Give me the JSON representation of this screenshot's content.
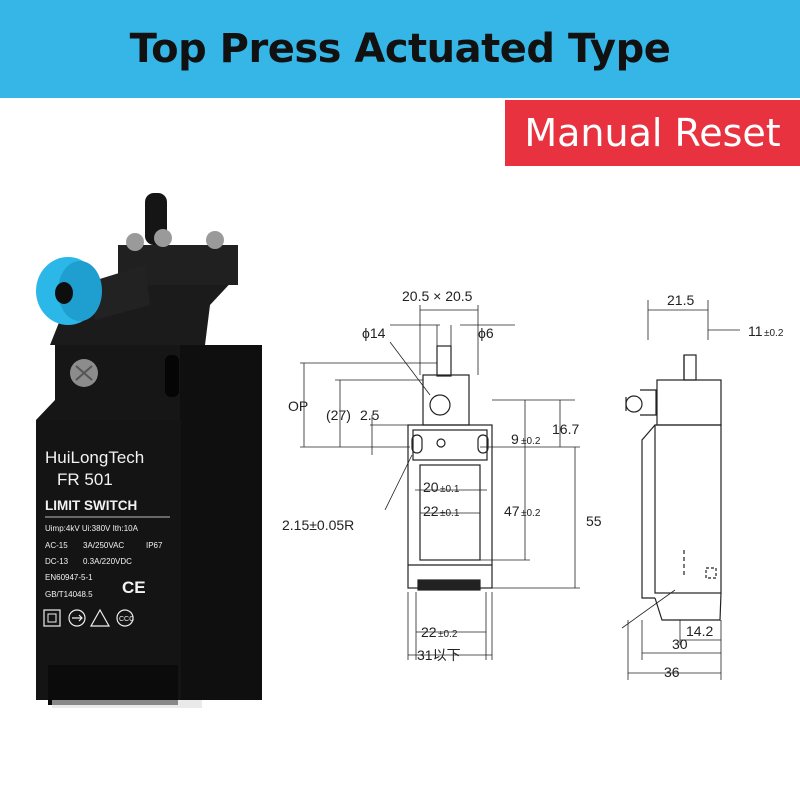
{
  "header": {
    "title": "Top Press Actuated Type"
  },
  "badge": {
    "label": "Manual Reset"
  },
  "product": {
    "brand": "HuiLongTech",
    "model": "FR 501",
    "type": "LIMIT SWITCH",
    "spec_line1": "Uimp:4kV  Ui:380V  Ith:10A",
    "spec_line2a": "AC-15",
    "spec_line2b": "3A/250VAC",
    "spec_line2c": "IP67",
    "spec_line3a": "DC-13",
    "spec_line3b": "0.3A/220VDC",
    "std1": "EN60947-5-1",
    "std2": "GB/T14048.5",
    "ce": "CE",
    "button_color": "#2bb7e8"
  },
  "front_dims": {
    "top_width": "20.5 × 20.5",
    "dia14": "ϕ14",
    "dia6": "ϕ6",
    "op": "OP",
    "d27": "(27)",
    "d25": "2.5",
    "d9": "9",
    "d9_tol": "±0.2",
    "d167": "16.7",
    "d20": "20",
    "d20_tol": "±0.1",
    "d22a": "22",
    "d22a_tol": "±0.1",
    "d47": "47",
    "d47_tol": "±0.2",
    "d55": "55",
    "radius": "2.15±0.05R",
    "d22b": "22",
    "d22b_tol": "±0.2",
    "d31": "31以下"
  },
  "side_dims": {
    "d215": "21.5",
    "d11": "11",
    "d11_tol": "±0.2",
    "d142": "14.2",
    "d30": "30",
    "d36": "36"
  }
}
